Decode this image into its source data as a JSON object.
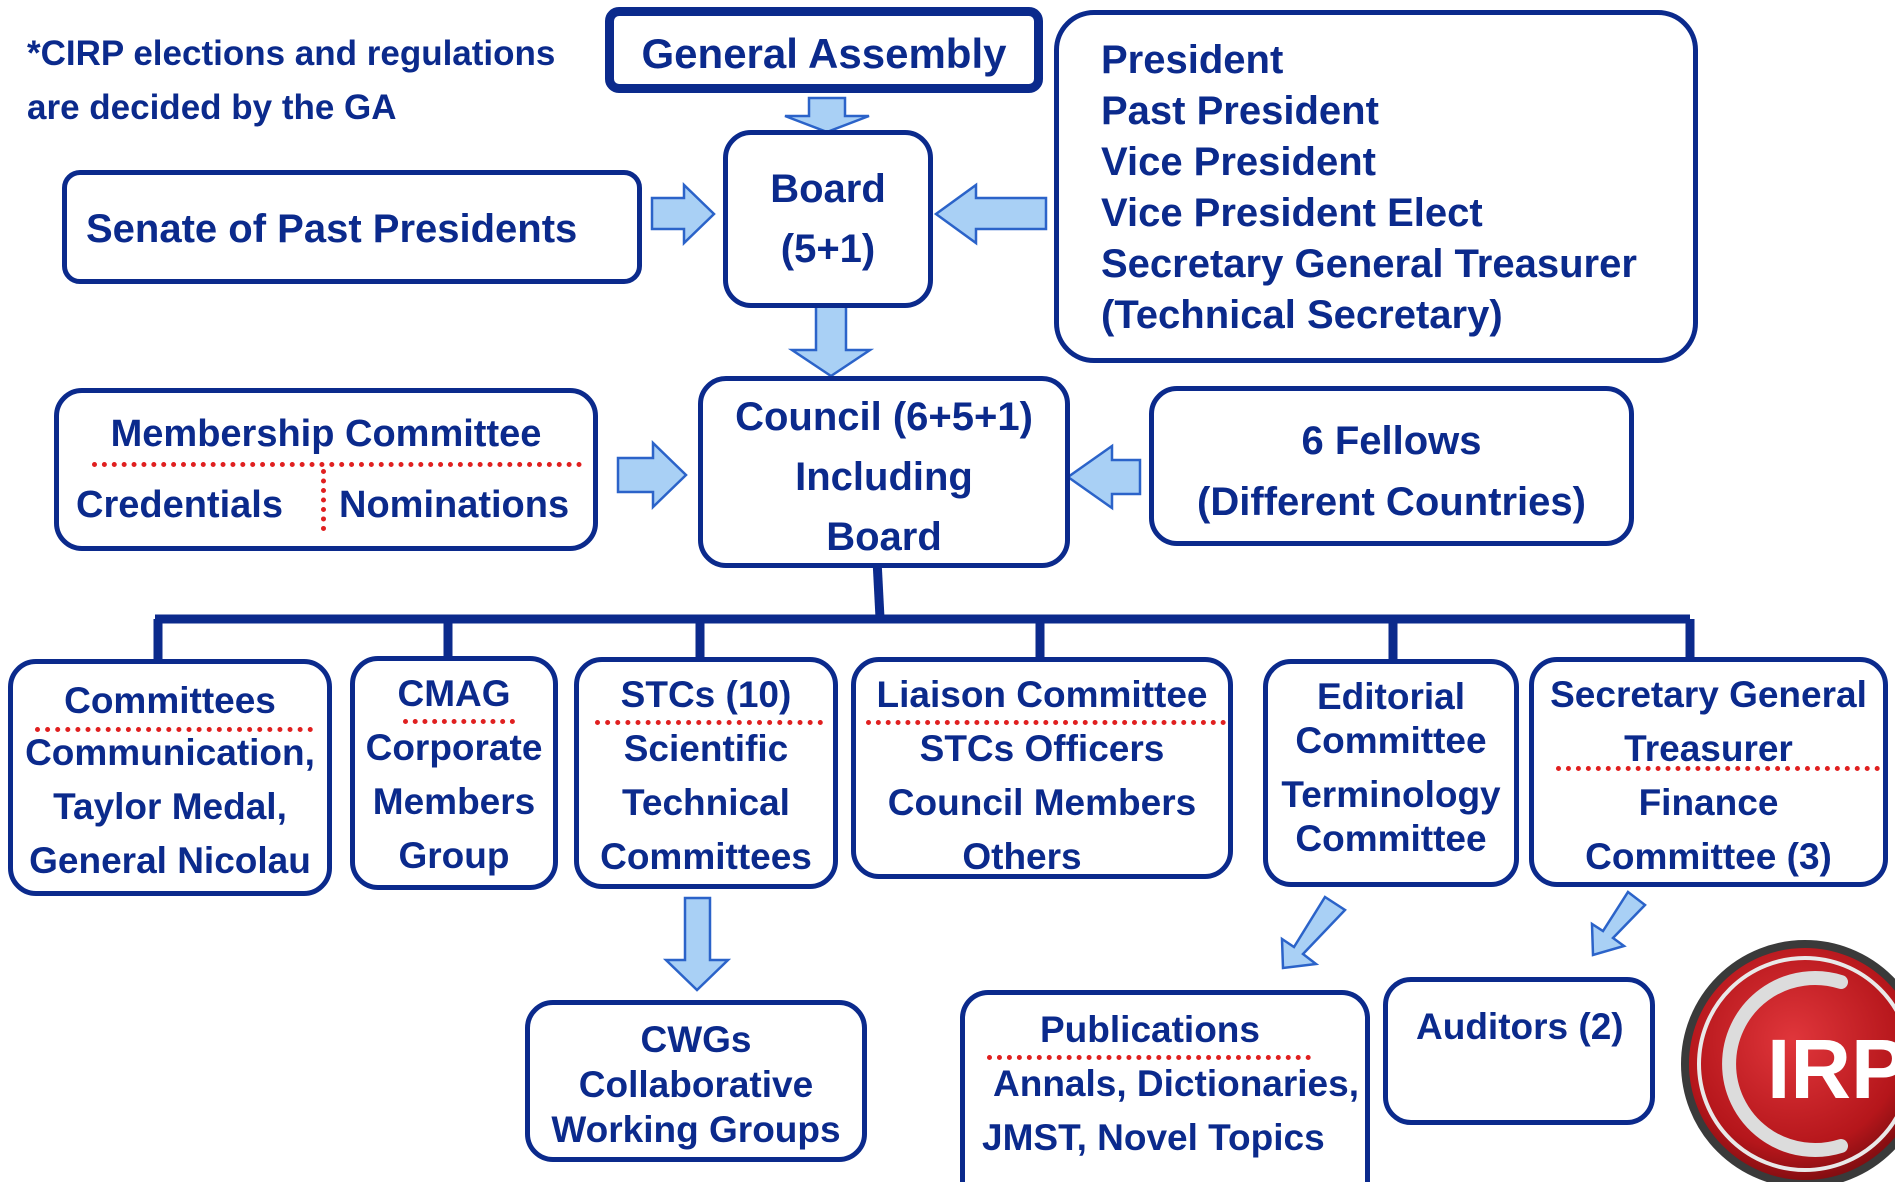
{
  "note": {
    "line1": "*CIRP elections and regulations",
    "line2": "are decided by the GA"
  },
  "general_assembly": "General  Assembly",
  "board": {
    "line1": "Board",
    "line2": "(5+1)"
  },
  "senate": "Senate of Past Presidents",
  "officers": [
    "President",
    "Past President",
    "Vice President",
    "Vice President Elect",
    "Secretary General Treasurer",
    "(Technical Secretary)"
  ],
  "council": {
    "line1": "Council (6+5+1)",
    "line2": "Including",
    "line3": "Board"
  },
  "membership": {
    "title": "Membership Committee",
    "left": "Credentials",
    "right": "Nominations"
  },
  "fellows": {
    "line1": "6 Fellows",
    "line2": "(Different Countries)"
  },
  "committees": {
    "title": "Committees",
    "lines": [
      "Communication,",
      "Taylor Medal,",
      "General Nicolau"
    ]
  },
  "cmag": {
    "title": "CMAG",
    "lines": [
      "Corporate",
      "Members",
      "Group"
    ]
  },
  "stcs": {
    "title": "STCs (10)",
    "lines": [
      "Scientific",
      "Technical",
      "Committees"
    ]
  },
  "liaison": {
    "title": "Liaison Committee",
    "lines": [
      "STCs Officers",
      "Council Members",
      "Others"
    ]
  },
  "editorial": {
    "lines": [
      "Editorial",
      "Committee",
      "Terminology",
      "Committee"
    ]
  },
  "sgt": {
    "title1": "Secretary General",
    "title2": "Treasurer",
    "lines": [
      "Finance",
      "Committee (3)"
    ]
  },
  "cwgs": {
    "lines": [
      "CWGs",
      "Collaborative",
      "Working Groups"
    ]
  },
  "publications": {
    "title": "Publications",
    "lines": [
      "Annals, Dictionaries,",
      "JMST, Novel Topics"
    ]
  },
  "auditors": "Auditors (2)",
  "logo": {
    "text": "IRP",
    "letter": "C"
  },
  "colors": {
    "primary": "#0b2a8c",
    "arrow_fill": "#a9d0f5",
    "arrow_stroke": "#2b63c9",
    "divider": "#e02020",
    "logo_red": "#c2161b"
  }
}
